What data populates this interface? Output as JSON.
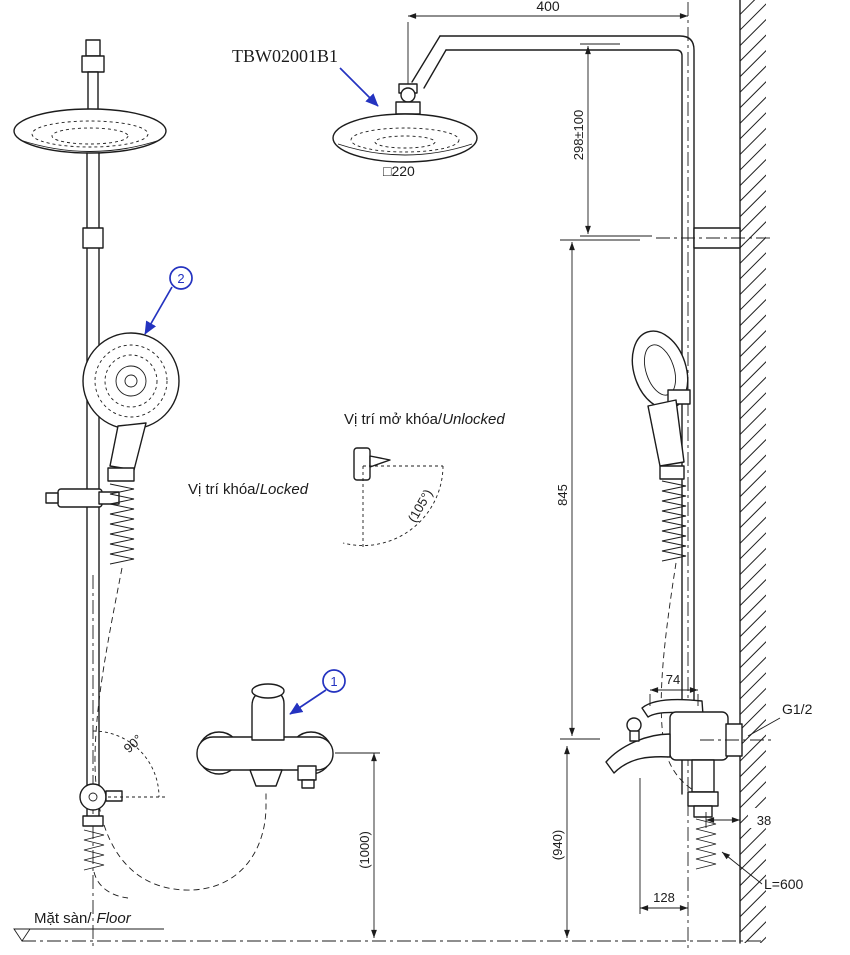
{
  "colors": {
    "background": "#ffffff",
    "ink": "#1c1c1c",
    "accent": "#2433c0"
  },
  "product": {
    "model": "TBW02001B1"
  },
  "callouts": {
    "one": "1",
    "two": "2"
  },
  "dimensions": {
    "arm_length": "400",
    "head_size": "□220",
    "top_adjust": "298±100",
    "slide_bar": "845",
    "lever_offset": "74",
    "wall_clearance": "38",
    "side_height": "(940)",
    "spout_reach": "128",
    "mixer_height": "(1000)",
    "hose_length": "L=600",
    "thread": "G1/2",
    "swivel_angle": "90°",
    "handle_angle": "(105°)"
  },
  "annotations": {
    "unlocked_vi": "Vị trí mở khóa/",
    "unlocked_en": "Unlocked",
    "locked_vi": "Vị trí khóa/",
    "locked_en": "Locked",
    "floor_vi": "Mặt sàn/",
    "floor_en": "Floor"
  }
}
